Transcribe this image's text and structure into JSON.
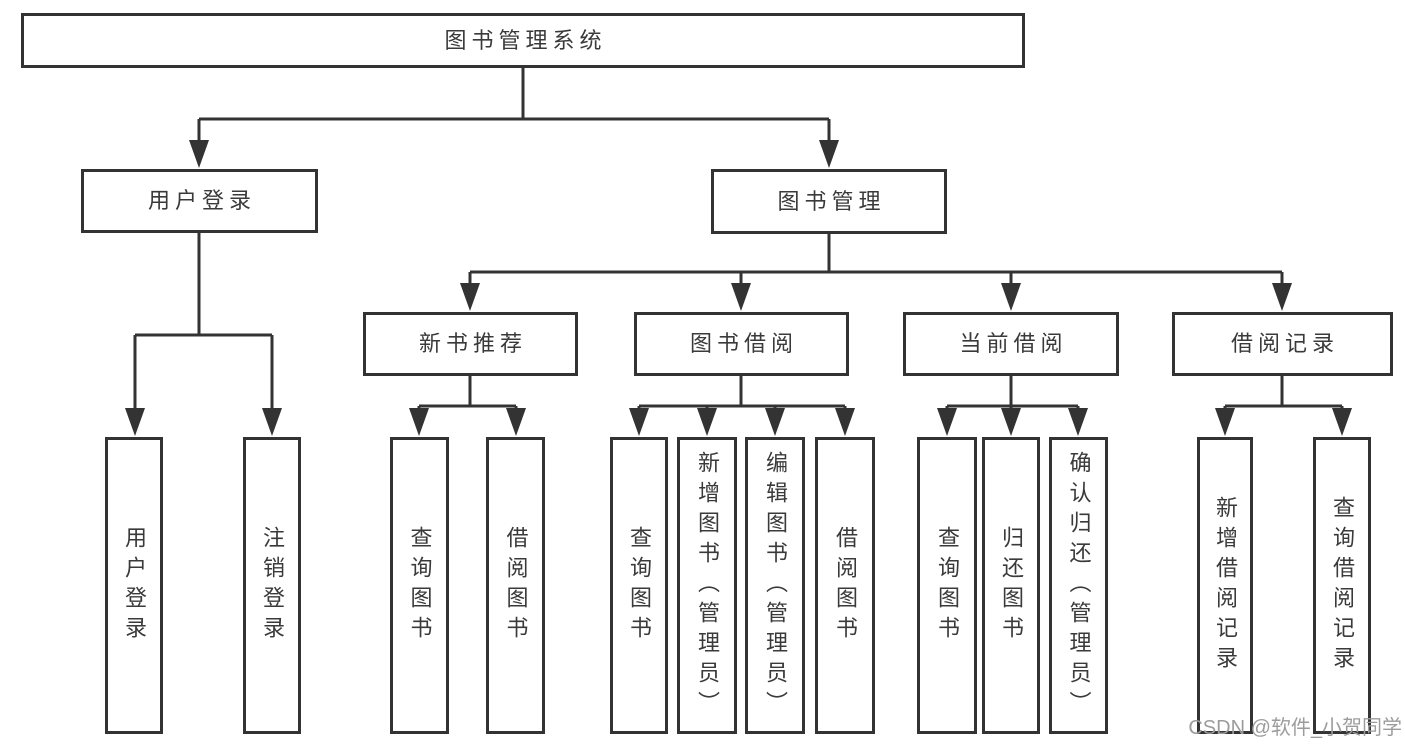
{
  "tree": {
    "root": {
      "label": "图书管理系统"
    },
    "user_login_branch": {
      "label": "用户登录",
      "children": {
        "login": "用户登录",
        "logout": "注销登录"
      }
    },
    "book_mgmt_branch": {
      "label": "图书管理",
      "sections": {
        "new_book_rec": {
          "label": "新书推荐",
          "children": {
            "query_books": "查询图书",
            "borrow_books": "借阅图书"
          }
        },
        "book_borrow": {
          "label": "图书借阅",
          "children": {
            "query_books": "查询图书",
            "add_books": "新增图书（管理员）",
            "edit_books": "编辑图书（管理员）",
            "borrow_books": "借阅图书"
          }
        },
        "current_borrow": {
          "label": "当前借阅",
          "children": {
            "query_books": "查询图书",
            "return_books": "归还图书",
            "confirm_return": "确认归还（管理员）"
          }
        },
        "borrow_records": {
          "label": "借阅记录",
          "children": {
            "add_record": "新增借阅记录",
            "query_record": "查询借阅记录"
          }
        }
      }
    }
  },
  "watermark": {
    "text": "CSDN @软件_小贺同学"
  },
  "colors": {
    "line": "#333333",
    "box_border": "#333333",
    "text": "#3a3a3a",
    "watermark": "#9c9c9c",
    "background": "#ffffff"
  }
}
